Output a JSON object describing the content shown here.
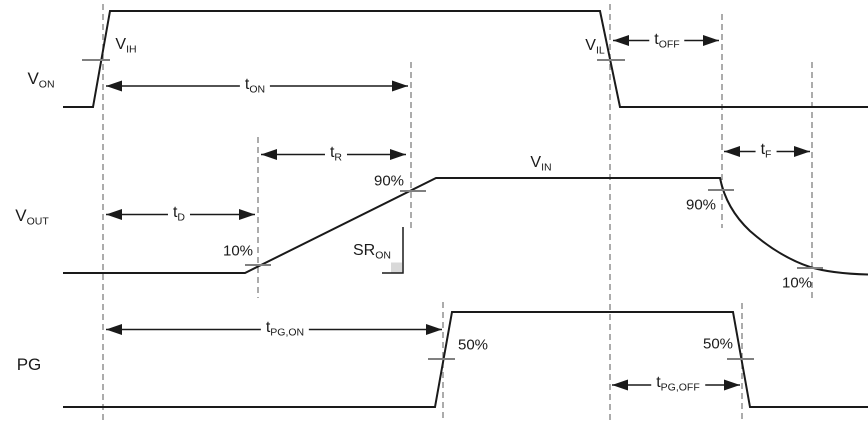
{
  "colors": {
    "waveform": "#1a1a1a",
    "guide_lines": "#808080",
    "threshold_ticks": "#808080",
    "slope_square": "#d9d9d9",
    "background": "#ffffff",
    "text": "#1a1a1a"
  },
  "signals": {
    "von": {
      "main": "V",
      "sub": "ON"
    },
    "vout": {
      "main": "V",
      "sub": "OUT"
    },
    "pg": {
      "main": "PG",
      "sub": ""
    }
  },
  "labels": {
    "vih": {
      "main": "V",
      "sub": "IH"
    },
    "vil": {
      "main": "V",
      "sub": "IL"
    },
    "vin": {
      "main": "V",
      "sub": "IN"
    },
    "t_on": {
      "main": "t",
      "sub": "ON"
    },
    "t_off": {
      "main": "t",
      "sub": "OFF"
    },
    "t_r": {
      "main": "t",
      "sub": "R"
    },
    "t_f": {
      "main": "t",
      "sub": "F"
    },
    "t_d": {
      "main": "t",
      "sub": "D"
    },
    "t_pg_on": {
      "main": "t",
      "sub": "PG,ON"
    },
    "t_pg_off": {
      "main": "t",
      "sub": "PG,OFF"
    },
    "sr_on": {
      "main": "SR",
      "sub": "ON"
    },
    "pct10_rise": {
      "main": "10%",
      "sub": ""
    },
    "pct90_rise": {
      "main": "90%",
      "sub": ""
    },
    "pct90_fall": {
      "main": "90%",
      "sub": ""
    },
    "pct10_fall": {
      "main": "10%",
      "sub": ""
    },
    "pct50_rise": {
      "main": "50%",
      "sub": ""
    },
    "pct50_fall": {
      "main": "50%",
      "sub": ""
    }
  }
}
